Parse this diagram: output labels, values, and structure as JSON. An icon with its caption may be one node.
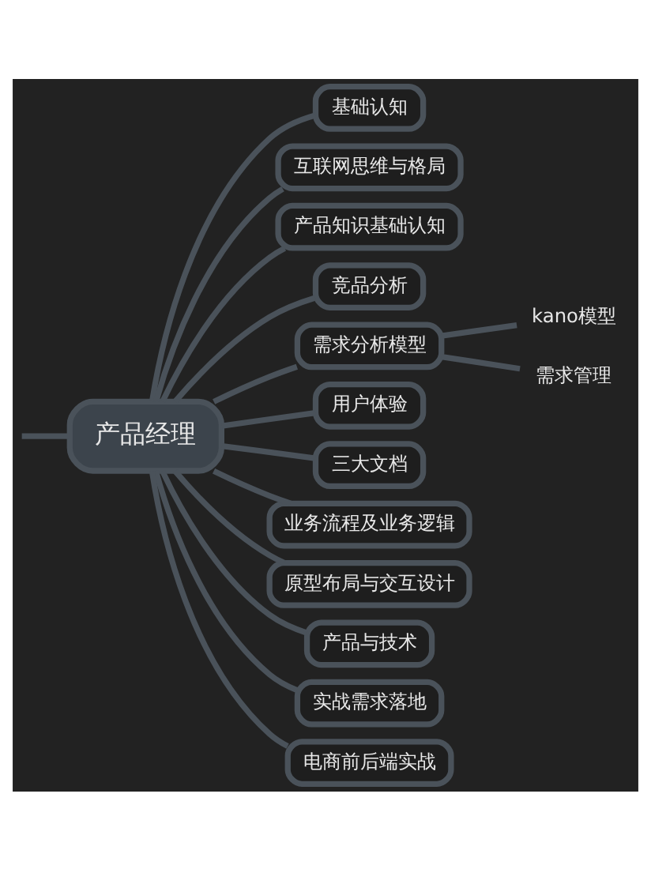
{
  "diagram": {
    "nodes": [
      {
        "text": [
          "产品经理"
        ]
      },
      {
        "text": [
          "基础认知"
        ]
      },
      {
        "text": [
          "互联网思维与格局"
        ]
      },
      {
        "text": [
          "产品知识基础认知"
        ]
      },
      {
        "text": [
          "竞品分析"
        ]
      },
      {
        "text": [
          "需求分析模型"
        ]
      },
      {
        "text": [
          "kano模型"
        ]
      },
      {
        "text": [
          "需求管理"
        ]
      },
      {
        "text": [
          "用户体验"
        ]
      },
      {
        "text": [
          "三大文档"
        ]
      },
      {
        "text": [
          "业务流程及业务逻辑"
        ]
      },
      {
        "text": [
          "原型布局与交互设计"
        ]
      },
      {
        "text": [
          "产品与技术"
        ]
      },
      {
        "text": [
          "实战需求落地"
        ]
      },
      {
        "text": [
          "电商前后端实战"
        ]
      }
    ],
    "edges": [
      {
        "from": null,
        "to": 0,
        "arrow": "none"
      },
      {
        "from": 0,
        "to": 1,
        "arrow": "none"
      },
      {
        "from": 0,
        "to": 2,
        "arrow": "none"
      },
      {
        "from": 0,
        "to": 3,
        "arrow": "none"
      },
      {
        "from": 0,
        "to": 4,
        "arrow": "none"
      },
      {
        "from": 0,
        "to": 5,
        "arrow": "none"
      },
      {
        "from": 5,
        "to": 6,
        "arrow": "none"
      },
      {
        "from": 5,
        "to": 7,
        "arrow": "none"
      },
      {
        "from": 0,
        "to": 8,
        "arrow": "none"
      },
      {
        "from": 0,
        "to": 9,
        "arrow": "none"
      },
      {
        "from": 0,
        "to": 10,
        "arrow": "none"
      },
      {
        "from": 0,
        "to": 11,
        "arrow": "none"
      },
      {
        "from": 0,
        "to": 12,
        "arrow": "none"
      },
      {
        "from": 0,
        "to": 13,
        "arrow": "none"
      },
      {
        "from": 0,
        "to": 14,
        "arrow": "none"
      }
    ]
  }
}
